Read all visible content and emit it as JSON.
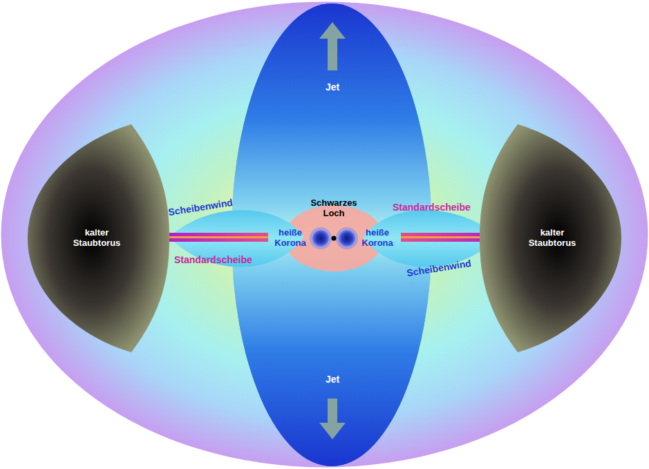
{
  "diagram": {
    "nodes": [
      {
        "text": [
          "Jet"
        ]
      },
      {
        "text": [
          "kalter Staubtorus"
        ]
      },
      {
        "text": [
          "kalter Staubtorus"
        ]
      },
      {
        "text": [
          "Jet"
        ]
      }
    ],
    "labels": [
      "Scheibenwind",
      "Schwarzes Loch",
      "Standardscheibe",
      "heiße Korona",
      "heiße Korona",
      "Standardscheibe",
      "Scheibenwind"
    ]
  }
}
